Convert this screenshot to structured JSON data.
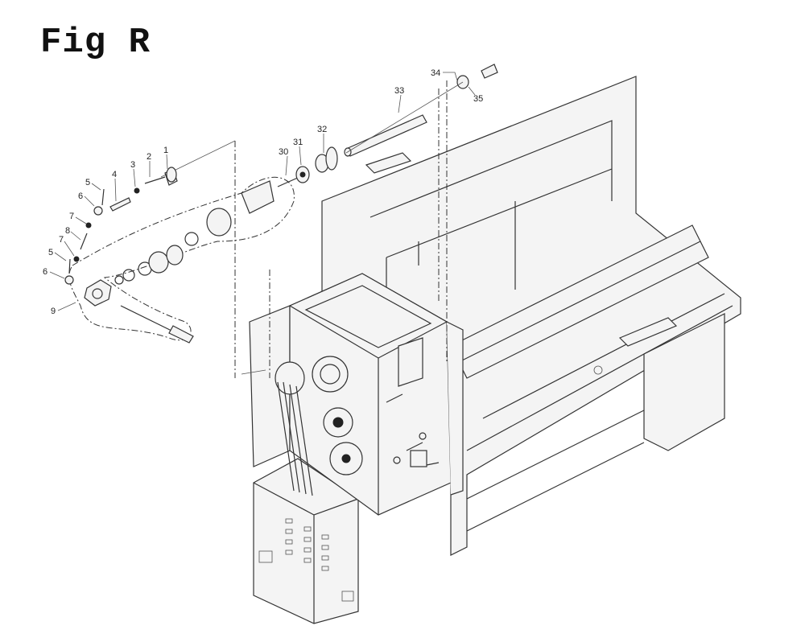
{
  "figure": {
    "title": "Fig R",
    "callouts": [
      "1",
      "2",
      "3",
      "4",
      "5",
      "6",
      "7",
      "8",
      "7",
      "5",
      "6",
      "9",
      "30",
      "31",
      "32",
      "33",
      "34",
      "35"
    ]
  }
}
